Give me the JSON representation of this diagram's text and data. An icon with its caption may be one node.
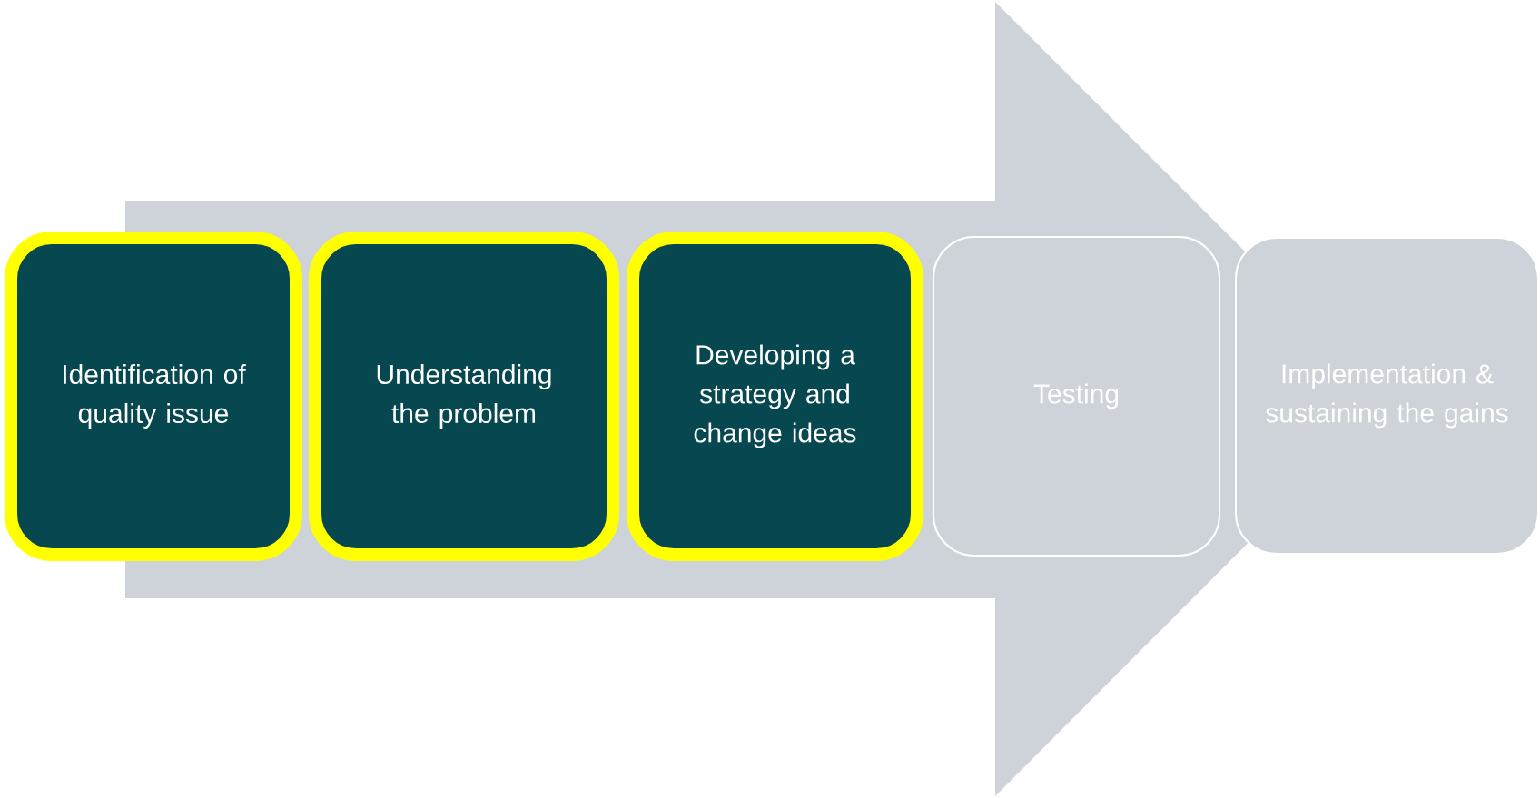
{
  "diagram": {
    "nodes": [
      {
        "text": [
          "Identification of quality issue"
        ]
      },
      {
        "text": [
          "Understanding the problem"
        ]
      },
      {
        "text": [
          "Developing a strategy and change ideas"
        ]
      },
      {
        "text": [
          "Testing"
        ]
      },
      {
        "text": [
          "Implementation & sustaining the gains"
        ]
      }
    ],
    "edges": [
      {
        "from": 0,
        "to": 4,
        "arrow": "to"
      }
    ]
  }
}
